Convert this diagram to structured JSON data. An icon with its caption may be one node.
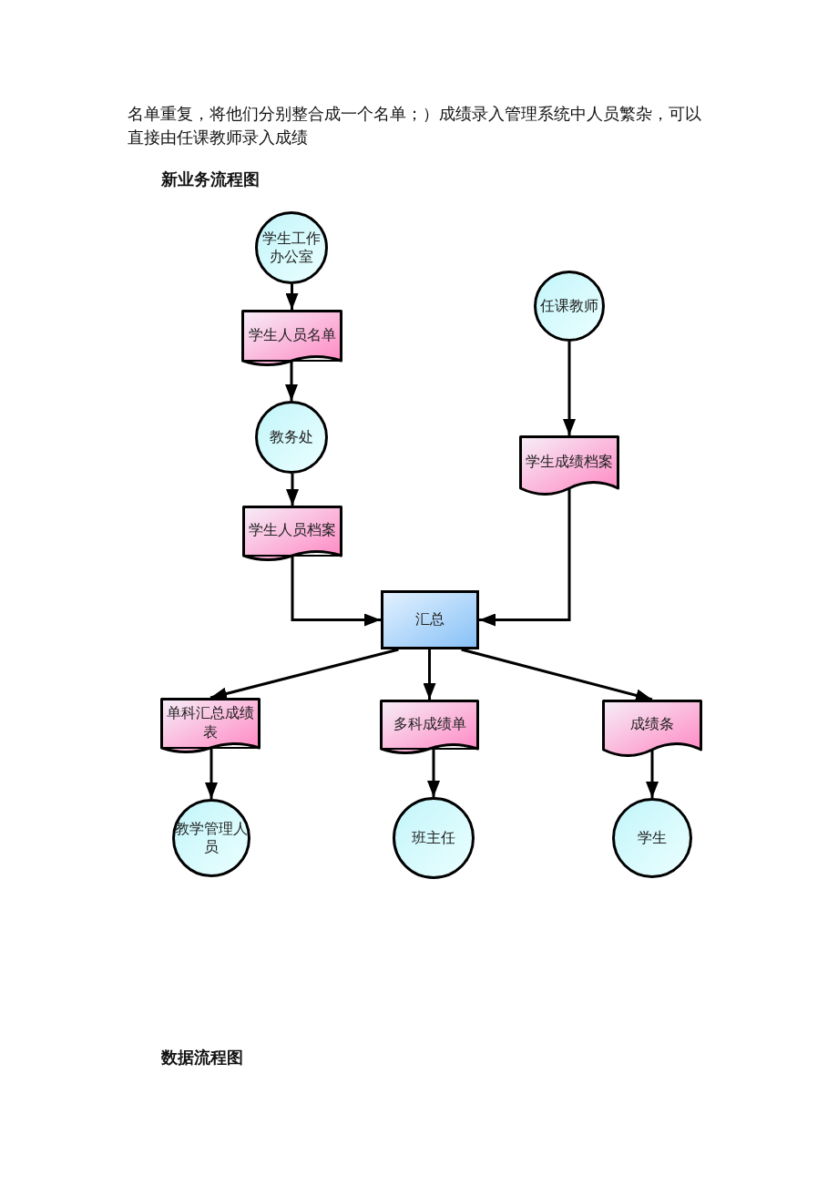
{
  "diagram": {
    "title": "新业务流程图",
    "nodes": [
      {
        "text": [
          "学生工作办公室"
        ]
      },
      {
        "text": [
          "学生人员名单"
        ]
      },
      {
        "text": [
          "任课教师"
        ]
      },
      {
        "text": [
          "教务处"
        ]
      },
      {
        "text": [
          "学生成绩档案"
        ]
      },
      {
        "text": [
          "学生人员档案"
        ]
      },
      {
        "text": [
          "汇总"
        ]
      },
      {
        "text": [
          "单科汇总成绩表"
        ]
      },
      {
        "text": [
          "多科成绩单"
        ]
      },
      {
        "text": [
          "成绩条"
        ]
      },
      {
        "text": [
          "教学管理人员"
        ]
      },
      {
        "text": [
          "班主任"
        ]
      },
      {
        "text": [
          "学生"
        ]
      }
    ],
    "edges": [
      {
        "from": 0,
        "to": 1,
        "arrow": "to"
      },
      {
        "from": 1,
        "to": 3,
        "arrow": "to"
      },
      {
        "from": 3,
        "to": 5,
        "arrow": "to"
      },
      {
        "from": 2,
        "to": 4,
        "arrow": "to"
      },
      {
        "from": 5,
        "to": 6,
        "arrow": "to"
      },
      {
        "from": 4,
        "to": 6,
        "arrow": "to"
      },
      {
        "from": 6,
        "to": 7,
        "arrow": "to"
      },
      {
        "from": 6,
        "to": 8,
        "arrow": "to"
      },
      {
        "from": 6,
        "to": 9,
        "arrow": "to"
      },
      {
        "from": 7,
        "to": 10,
        "arrow": "to"
      },
      {
        "from": 8,
        "to": 11,
        "arrow": "to"
      },
      {
        "from": 9,
        "to": 12,
        "arrow": "to"
      }
    ],
    "labels": [
      "名单重复，将他们分别整合成一个名单；）成绩录入管理系统中人员繁杂，可以直接由任课教师录入成绩",
      "数据流程图"
    ]
  }
}
